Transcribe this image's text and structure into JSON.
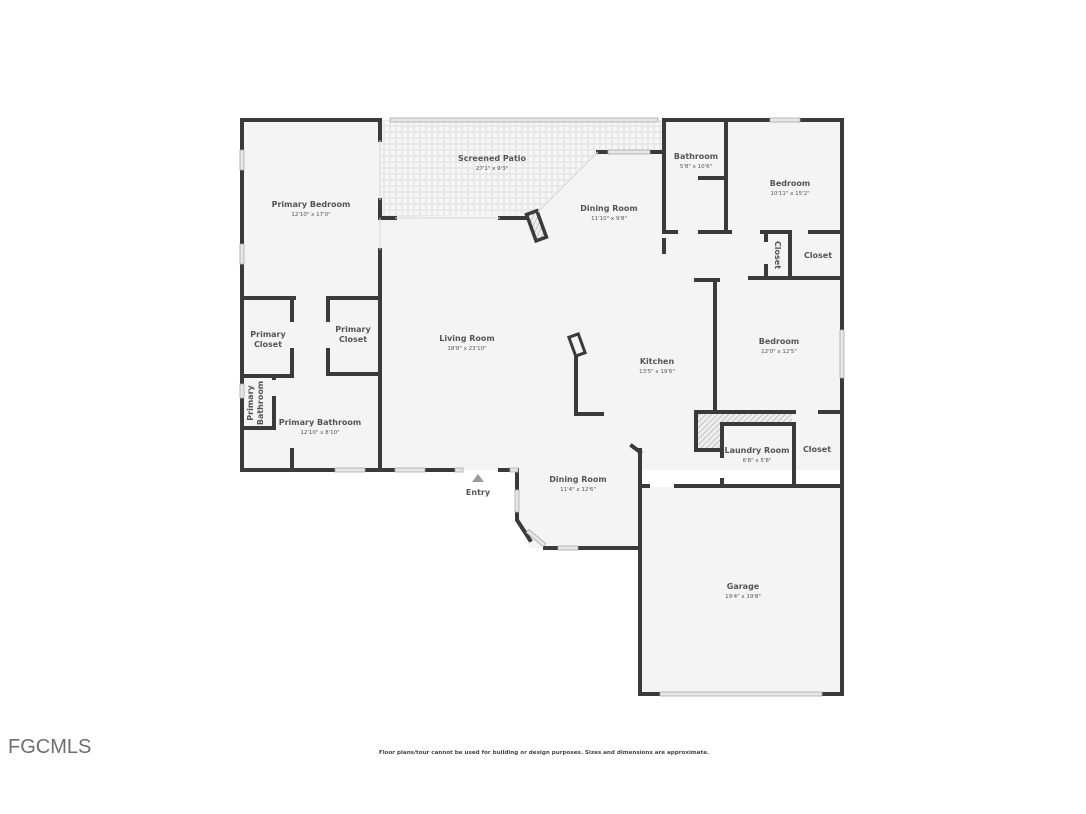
{
  "rooms": {
    "primary_bedroom": {
      "name": "Primary Bedroom",
      "dim": "12'10\" x 17'0\""
    },
    "screened_patio": {
      "name": "Screened Patio",
      "dim": "27'1\" x 9'3\""
    },
    "dining_room_top": {
      "name": "Dining Room",
      "dim": "11'10\" x 9'8\""
    },
    "bathroom": {
      "name": "Bathroom",
      "dim": "5'8\" x 10'6\""
    },
    "bedroom_top": {
      "name": "Bedroom",
      "dim": "10'11\" x 15'2\""
    },
    "closet_vertical": {
      "name": "Closet"
    },
    "closet_right_top": {
      "name": "Closet"
    },
    "primary_closet_left": {
      "name_line1": "Primary",
      "name_line2": "Closet"
    },
    "primary_closet_right": {
      "name_line1": "Primary",
      "name_line2": "Closet"
    },
    "primary_bathroom_small": {
      "name_line1": "Primary",
      "name_line2": "Bathroom"
    },
    "primary_bathroom": {
      "name": "Primary Bathroom",
      "dim": "12'10\" x 8'10\""
    },
    "living_room": {
      "name": "Living Room",
      "dim": "18'8\" x 23'10\""
    },
    "kitchen": {
      "name": "Kitchen",
      "dim": "13'5\" x 19'6\""
    },
    "bedroom_mid": {
      "name": "Bedroom",
      "dim": "12'0\" x 12'5\""
    },
    "laundry_room": {
      "name": "Laundry Room",
      "dim": "6'8\" x 5'8\""
    },
    "closet_right_bottom": {
      "name": "Closet"
    },
    "dining_room_bottom": {
      "name": "Dining Room",
      "dim": "11'4\" x 12'6\""
    },
    "garage": {
      "name": "Garage",
      "dim": "19'4\" x 19'8\""
    }
  },
  "entry": {
    "label": "Entry"
  },
  "footer": {
    "logo": "FGCMLS",
    "disclaimer": "Floor plans/tour cannot be used for building or design purposes. Sizes and dimensions are approximate."
  },
  "colors": {
    "wall": "#3a3a3a",
    "floor": "#f4f4f4",
    "text": "#555555"
  }
}
